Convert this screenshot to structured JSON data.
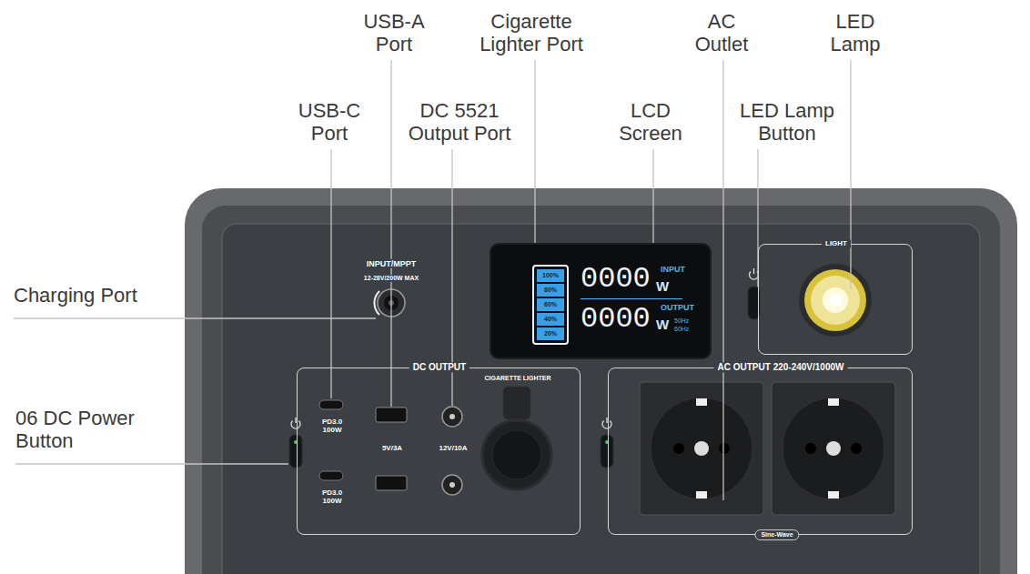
{
  "diagram": {
    "nodes": [
      {
        "text": [
          "0000",
          "INPUT",
          "W",
          "0000",
          "OUTPUT",
          "W",
          "50Hz",
          "60Hz"
        ]
      },
      {
        "text": [
          "100%",
          "80%",
          "60%",
          "40%",
          "20%"
        ],
        "in": 0
      },
      {
        "text": [
          "LIGHT"
        ]
      },
      {
        "text": [
          "DC OUTPUT",
          "PD3.0 100W",
          "5V/3A",
          "12V/10A",
          "PD3.0 100W",
          "CIGARETTE LIGHTER"
        ]
      },
      {
        "text": [
          "AC OUTPUT 220-240V/1000W",
          "Sine-Wave"
        ]
      }
    ],
    "labels": [
      "USB-A Port",
      "Cigarette Lighter Port",
      "AC Outlet",
      "LED Lamp",
      "USB-C Port",
      "DC 5521 Output Port",
      "LCD Screen",
      "LED Lamp Button",
      "Charging Port",
      "06 DC Power Button",
      "INPUT/MPPT",
      "12-28V/200W MAX"
    ]
  }
}
